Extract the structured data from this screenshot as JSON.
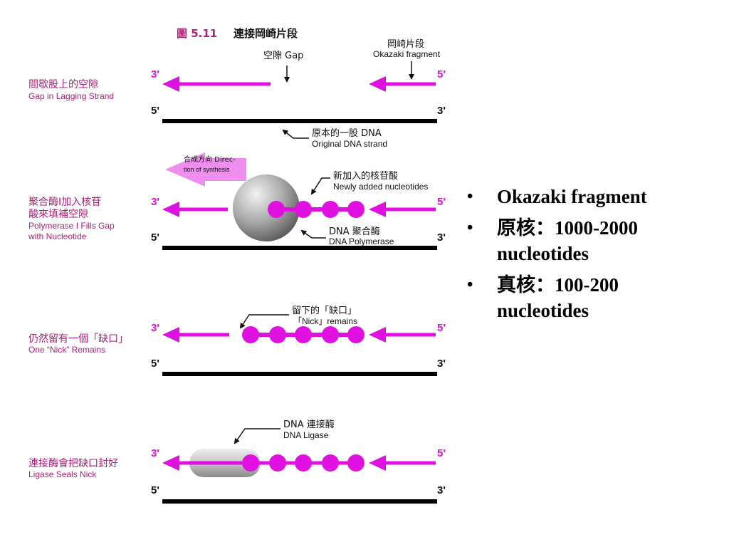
{
  "figure": {
    "number": "圖 5.11",
    "title": "連接岡崎片段",
    "top_callouts": {
      "gap_zh": "空隙 Gap",
      "okazaki_zh": "岡崎片段",
      "okazaki_en": "Okazaki fragment",
      "original_zh": "原本的一股 DNA",
      "original_en": "Original DNA strand"
    },
    "direction": {
      "line1": "合成方向 Direc-",
      "line2": "tion of synthesis"
    },
    "polymerase_callouts": {
      "new_zh": "新加入的核苷酸",
      "new_en": "Newly added nucleotides",
      "pol_zh": "DNA 聚合酶",
      "pol_en": "DNA Polymerase"
    },
    "nick_callout": {
      "zh": "留下的「缺口」",
      "en": "「Nick」remains"
    },
    "ligase_callout": {
      "zh": "DNA 連接酶",
      "en": "DNA Ligase"
    },
    "panels": [
      {
        "label_zh": [
          "間歇股上的空隙"
        ],
        "label_en": [
          "Gap in Lagging Strand"
        ],
        "top_left": "3'",
        "top_right": "5'",
        "bottom_left": "5'",
        "bottom_right": "3'"
      },
      {
        "label_zh": [
          "聚合酶Ⅰ加入核苷",
          "酸來填補空隙"
        ],
        "label_en": [
          "Polymerase I Fills Gap",
          "with Nucleotide"
        ],
        "top_left": "3'",
        "top_right": "5'",
        "bottom_left": "5'",
        "bottom_right": "3'"
      },
      {
        "label_zh": [
          "仍然留有一個「缺口」"
        ],
        "label_en": [
          "One “Nick” Remains"
        ],
        "top_left": "3'",
        "top_right": "5'",
        "bottom_left": "5'",
        "bottom_right": "3'"
      },
      {
        "label_zh": [
          "連接酶會把缺口封好"
        ],
        "label_en": [
          "Ligase Seals Nick"
        ],
        "top_left": "3'",
        "top_right": "5'",
        "bottom_left": "5'",
        "bottom_right": "3'"
      }
    ],
    "colors": {
      "strand": "#e010e0",
      "label": "#b0207a",
      "dna": "#000000"
    }
  },
  "bullets": [
    {
      "lines": [
        "Okazaki fragment"
      ]
    },
    {
      "lines": [
        "原核：1000-2000",
        "nucleotides"
      ]
    },
    {
      "lines": [
        "真核：100-200",
        "nucleotides"
      ]
    }
  ]
}
